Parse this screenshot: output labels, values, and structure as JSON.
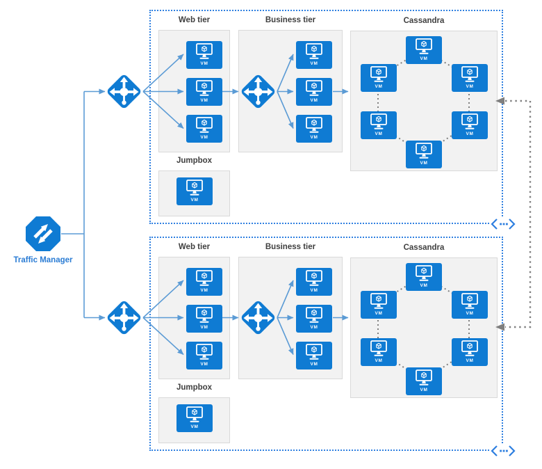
{
  "diagram": {
    "traffic_manager": {
      "label": "Traffic Manager",
      "icon": "traffic-manager-icon"
    },
    "vm_label": "VM",
    "icons": {
      "traffic_manager": "traffic-manager-icon",
      "load_balancer": "load-balancer-icon",
      "vm": "vm-icon",
      "region_connector": "chevron-dots-icon",
      "replication_arrow": "gray-dotted-arrow-icon"
    },
    "regions": [
      {
        "groups": {
          "web_tier": {
            "label": "Web tier",
            "vm_count": 3
          },
          "business_tier": {
            "label": "Business tier",
            "vm_count": 3
          },
          "cassandra": {
            "label": "Cassandra",
            "vm_count": 6
          },
          "jumpbox": {
            "label": "Jumpbox",
            "vm_count": 1
          }
        }
      },
      {
        "groups": {
          "web_tier": {
            "label": "Web tier",
            "vm_count": 3
          },
          "business_tier": {
            "label": "Business tier",
            "vm_count": 3
          },
          "cassandra": {
            "label": "Cassandra",
            "vm_count": 6
          },
          "jumpbox": {
            "label": "Jumpbox",
            "vm_count": 1
          }
        }
      }
    ],
    "colors": {
      "icon_blue": "#0f7bd3",
      "region_border_blue": "#2e7fe0",
      "connector_blue": "#5b9bd5",
      "connector_gray": "#7f7f7f",
      "group_box_fill": "#f2f2f2",
      "group_box_border": "#d9d9d9",
      "label_color": "#3f3f3f",
      "traffic_manager_label_color": "#2a7cd4"
    }
  }
}
